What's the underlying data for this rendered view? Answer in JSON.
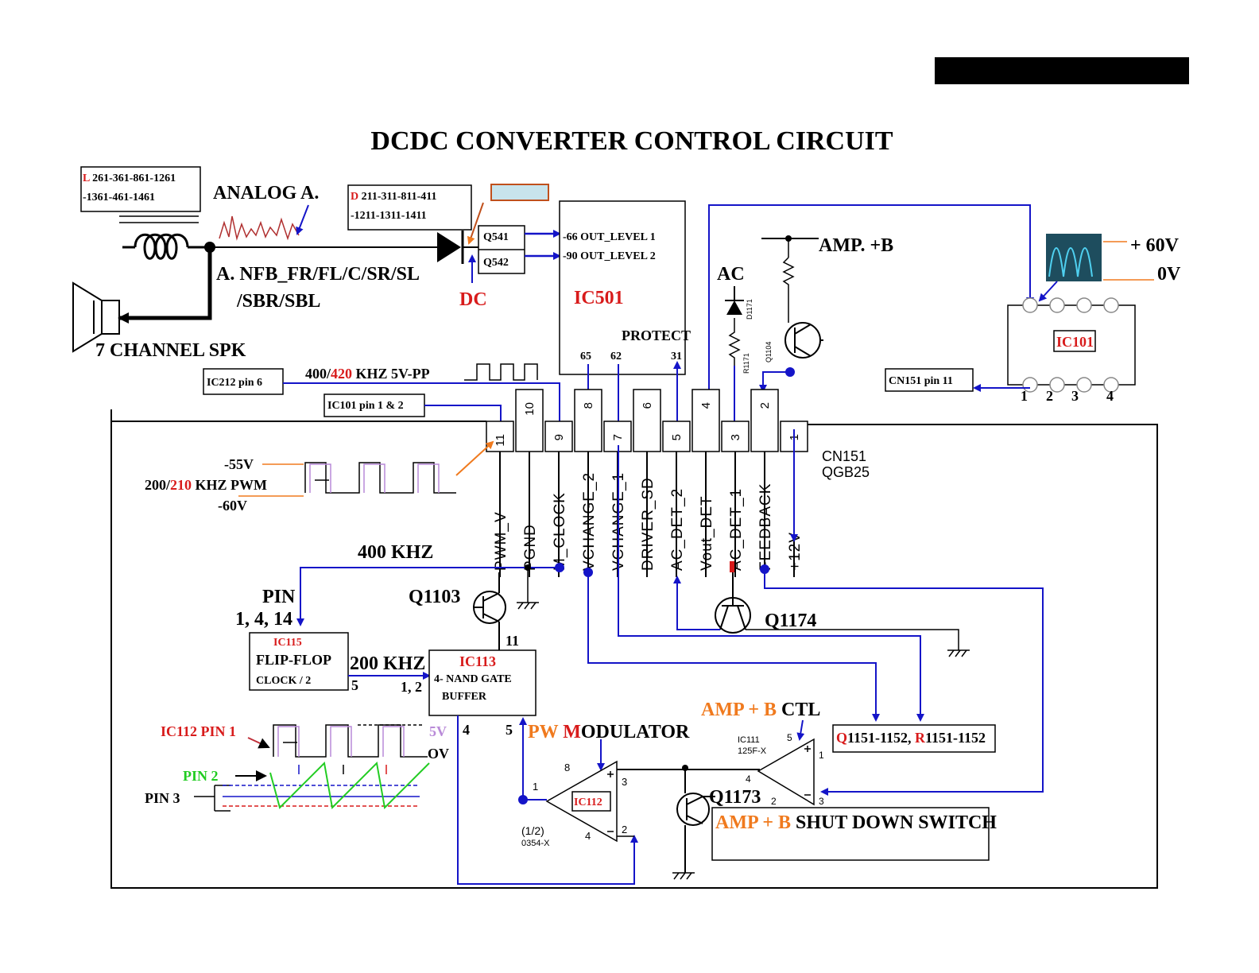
{
  "header_bar": {
    "color": "#000000"
  },
  "title": "DCDC CONVERTER CONTROL CIRCUIT",
  "inductor_box": {
    "prefix": "L",
    "line1": " 261-361-861-1261",
    "line2": "-1361-461-1461"
  },
  "analog_label": "ANALOG A.",
  "nfb_label_1": "A. NFB_FR/FL/C/SR/SL",
  "nfb_label_2": "/SBR/SBL",
  "speaker_label": "7 CHANNEL SPK",
  "diode_box": {
    "prefix": "D",
    "line1": " 211-311-811-411",
    "line2": "-1211-1311-1411"
  },
  "dc_label": "DC",
  "q541": "Q541",
  "q542": "Q542",
  "ic501": {
    "out1": "66 OUT_LEVEL 1",
    "out2": "90 OUT_LEVEL 2",
    "name": "IC501",
    "protect": "PROTECT",
    "pin65": "65",
    "pin62": "62",
    "pin31": "31"
  },
  "ac_label": "AC",
  "amp_b_label": "AMP. +B",
  "d1171": "D1171",
  "r1171": "R1171",
  "q1104": "Q1104",
  "plus60v": "+ 60V",
  "zerov": "0V",
  "ic101": {
    "name": "IC101",
    "pin_labels": [
      "1",
      "2",
      "3",
      "4"
    ]
  },
  "cn151_pin11": "CN151 pin 11",
  "ic212_pin6": "IC212 pin 6",
  "freq_400_prefix": "400/",
  "freq_400_red": "420",
  "freq_400_suffix": " KHZ 5V-PP",
  "ic101_pin12": "IC101 pin 1 & 2",
  "connector": {
    "name": "CN151",
    "part": "QGB25",
    "pins": [
      "11",
      "10",
      "9",
      "8",
      "7",
      "6",
      "5",
      "4",
      "3",
      "2",
      "1"
    ],
    "signals": [
      "PWM_V",
      "PGND",
      "M_CLOCK",
      "VCHANGE_2",
      "VCHANGE_1",
      "DRIVER_SD",
      "AC_DET_2",
      "Vout_DET",
      "AC_DET_1",
      "FEEDBACK",
      "+12V"
    ]
  },
  "pwm_high": "-55V",
  "pwm_freq_prefix": "200/",
  "pwm_freq_red": "210",
  "pwm_freq_suffix": " KHZ PWM",
  "pwm_low": "-60V",
  "clk_400": "400 KHZ",
  "pin_label": "PIN",
  "pin_list": "1, 4, 14",
  "q1103": "Q1103",
  "q1174": "Q1174",
  "ic115": {
    "name": "IC115",
    "line1": "FLIP-FLOP",
    "line2": "CLOCK / 2"
  },
  "clk_200": "200 KHZ",
  "ic113": {
    "name": "IC113",
    "line1": "4- NAND GATE",
    "line2": "BUFFER",
    "pin11": "11",
    "pin5": "5",
    "pin12": "1, 2",
    "pin4": "4"
  },
  "ic112_pin1": "IC112 PIN 1",
  "five_v": "5V",
  "zero_v_b": "OV",
  "pin2": "PIN 2",
  "pin3": "PIN 3",
  "pin5_b": "5",
  "pwm_mod_a": "PW",
  "pwm_mod_b": " M",
  "pwm_mod_c": "ODULATOR",
  "ic112": {
    "name": "IC112",
    "half": "(1/2)",
    "part": "0354-X",
    "p1": "1",
    "p2": "2",
    "p3": "3",
    "p4": "4",
    "p8": "8"
  },
  "amp_ctl": {
    "a": "AMP",
    "b": " + B",
    "c": " CTL"
  },
  "ic111": {
    "name": "IC111",
    "part": "125F-X",
    "p1": "1",
    "p2": "2",
    "p3": "3",
    "p4": "4",
    "p5": "5"
  },
  "q1151_box": {
    "q": "Q",
    "q_rest": "1151-1152, ",
    "r": "R",
    "r_rest": "1151-1152"
  },
  "q1173": "Q1173",
  "shutdown": {
    "a": "AMP",
    "b": " + B",
    "c": " SHUT DOWN SWITCH"
  },
  "colors": {
    "wire": "#000000",
    "signal": "#1414c8",
    "red": "#d81b1b",
    "orange": "#f07a1e",
    "green": "#22cc22",
    "violet": "#b98ad8",
    "cyan_box": "#c8e4ec"
  }
}
